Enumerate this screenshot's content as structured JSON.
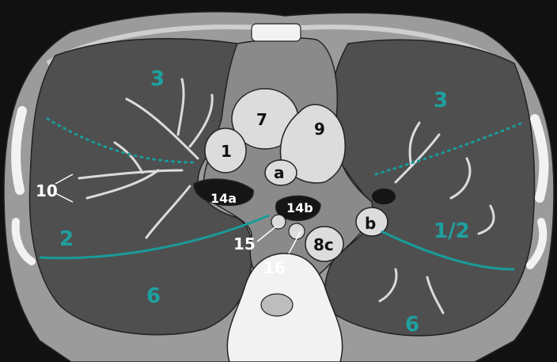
{
  "labels": {
    "seg3_left": "3",
    "seg3_right": "3",
    "seg2_left": "2",
    "seg12_right": "1/2",
    "seg6_left": "6",
    "seg6_right": "6",
    "n7": "7",
    "n1": "1",
    "n9": "9",
    "a": "a",
    "b": "b",
    "n10": "10",
    "n14a": "14a",
    "n14b": "14b",
    "n15": "15",
    "n16": "16",
    "n8c": "8c"
  },
  "colors": {
    "background": "#111111",
    "soft_tissue": "#9b9b9b",
    "lung": "#4f4f4f",
    "mediastinum": "#8a8a8a",
    "structure_fill": "#dcdcdc",
    "bone": "#f2f2f2",
    "airway": "#151515",
    "fissure_line": "#1a9a9a",
    "segment_label": "#1fa0a0"
  }
}
